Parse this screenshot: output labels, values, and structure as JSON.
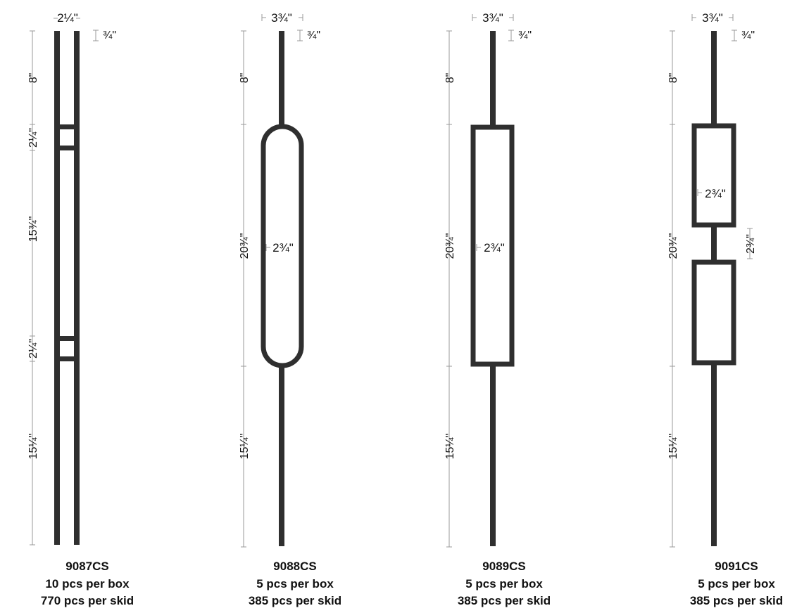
{
  "colors": {
    "iron": "#2f2f2f",
    "dimension_line": "#9a9a9a",
    "text": "#111111"
  },
  "products": [
    {
      "model": "9087CS",
      "per_box": "10 pcs per box",
      "per_skid": "770 pcs per skid",
      "width_label": "2¼\"",
      "pin_label": "¾\"",
      "segments": [
        "8\"",
        "2¼\"",
        "15¾\"",
        "2¼\"",
        "15¼\""
      ]
    },
    {
      "model": "9088CS",
      "per_box": "5 pcs per box",
      "per_skid": "385 pcs per skid",
      "width_label": "3¾\"",
      "pin_label": "¾\"",
      "segments": [
        "8\"",
        "20¾\"",
        "15¼\""
      ],
      "inner_label": "2¾\""
    },
    {
      "model": "9089CS",
      "per_box": "5 pcs per box",
      "per_skid": "385 pcs per skid",
      "width_label": "3¾\"",
      "pin_label": "¾\"",
      "segments": [
        "8\"",
        "20¾\"",
        "15¼\""
      ],
      "inner_label": "2¾\""
    },
    {
      "model": "9091CS",
      "per_box": "5 pcs per box",
      "per_skid": "385 pcs per skid",
      "width_label": "3¾\"",
      "pin_label": "¾\"",
      "segments": [
        "8\"",
        "20¾\"",
        "15¼\""
      ],
      "inner_label": "2¾\"",
      "gap_label": "2¾\""
    }
  ]
}
